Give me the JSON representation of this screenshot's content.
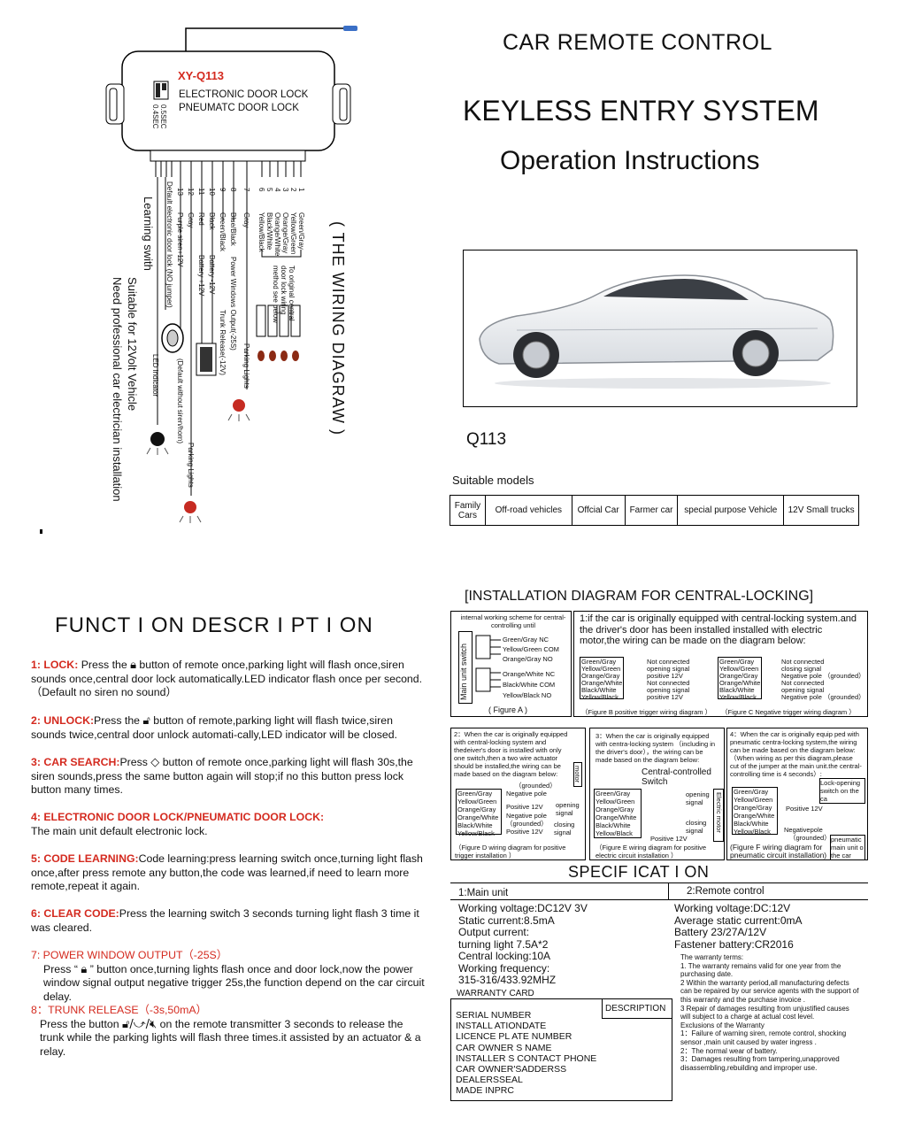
{
  "header": {
    "line1": "CAR REMOTE CONTROL",
    "line2": "KEYLESS ENTRY SYSTEM",
    "line3": "Operation Instructions",
    "model": "Q113",
    "suitable_label": "Suitable models",
    "models": [
      "Family Cars",
      "Off-road vehicles",
      "Offcial Car",
      "Farmer car",
      "special purpose Vehicle",
      "12V Small trucks"
    ]
  },
  "wiring": {
    "unit_model": "XY-Q113",
    "unit_line1": "ELECTRONIC DOOR LOCK",
    "unit_line2": "PNEUMATC DOOR LOCK",
    "switch_labels": [
      "0.5SEC",
      "0.4SEC"
    ],
    "wire_numbers": [
      "1",
      "2",
      "3",
      "4",
      "5",
      "6",
      "7",
      "8",
      "9",
      "10",
      "11",
      "12",
      "13"
    ],
    "wires_door": [
      "Green/Gray",
      "Yellow/Green",
      "Orange/Gray",
      "Orange/White",
      "Black/White",
      "Yellow/Black"
    ],
    "door_note": "To original central door lock wiring method see below",
    "wire_gray": "Gray",
    "parking_lights": "Parking Lights",
    "blue_black": "Blue/Black",
    "power_windows": "Power Windows Output(-25S)",
    "green_black": "Green/Black",
    "trunk_release": "Trunk Release(-12V)",
    "black": "Black",
    "battery_minus": "Battery -12V",
    "red": "Red",
    "battery_plus": "Battery +12V",
    "gray": "Gray",
    "parking_lights2": "Parking Lights",
    "purple": "Purple siren+12V",
    "default_siren": "(Default without siren/horn)",
    "default_lock": "Default electronic door lock (NO jumper)",
    "led_indicator": "LED indicator",
    "learning": "Learning swith",
    "suitable": "Suitable for 12Volt Vehicle",
    "professional": "Need professional car electrician installation",
    "diagram_title": "( THE WIRING DIAGRAW )"
  },
  "function": {
    "title": "FUNCT I ON DESCR I PT I ON",
    "items": [
      {
        "label": "1: LOCK:",
        "text_a": " Press the ",
        "text_b": " button of remote once,parking light will flash once,siren sounds once,central door lock automatically.LED indicator flash once per second.（Default no siren no sound）"
      },
      {
        "label": "2: UNLOCK:",
        "text_a": "Press the ",
        "text_b": " button of remote,parking light will flash twice,siren sounds twice,central door unlock automati-cally,LED indicator will be closed."
      },
      {
        "label": "3: CAR SEARCH:",
        "text_a": "Press ",
        "text_b": " button of remote once,parking light will flash 30s,the siren sounds,press the same button again will stop;if no this button press lock button many times."
      },
      {
        "label": "4: ELECTRONIC DOOR LOCK/PNEUMATIC DOOR LOCK:",
        "text_a": "",
        "text_b": "The main unit default electronic lock."
      },
      {
        "label": "5: CODE LEARNING:",
        "text_a": "",
        "text_b": "Code learning:press learning switch once,turning light flash once,after press remote any button,the code was learned,if need to learn more remote,repeat it again."
      },
      {
        "label": "6: CLEAR CODE:",
        "text_a": "",
        "text_b": "Press the learning switch 3 seconds turning light flash 3 time it was cleared."
      },
      {
        "label": "7: POWER WINDOW OUTPUT（-25S）",
        "text_a": "Press “ ",
        "text_b": " ” button once,turning lights flash once and door lock,now the power window signal output negative trigger 25s,the function depend on the car circuit delay."
      },
      {
        "label": "8：TRUNK RELEASE（-3s,50mA）",
        "text_a": "Press the button ",
        "text_b": " on the remote transmitter 3 seconds to release the trunk while the parking lights will flash three times.it assisted by an actuator & a relay."
      }
    ],
    "icons": [
      "padlock-closed",
      "padlock-open",
      "car-search",
      "padlock-closed",
      "trunk-icons"
    ]
  },
  "installation": {
    "title": "[INSTALLATION DIAGRAM FOR CENTRAL-LOCKING]",
    "internal_title": "internal working scheme for central-controlling until",
    "main_unit_switch": "Main unit switch",
    "internal_lines": [
      "Green/Gray NC",
      "Yellow/Green COM",
      "Orange/Gray NO",
      "Orange/White NC",
      "Black/White COM",
      "Yellow/Black NO"
    ],
    "figA": "( Figure A )",
    "note1": "1:if the car is originally equipped with central-locking system.and the driver's door has been installed installed with electric motor,the wiring can be made on the diagram below:",
    "wires": [
      "Green/Gray",
      "Yellow/Green",
      "Orange/Gray",
      "Orange/White",
      "Black/White",
      "Yellow/Black"
    ],
    "figB_labels": [
      "Not connected",
      "opening signal",
      "positive 12V",
      "Not connected",
      "opening signal",
      "positive 12V"
    ],
    "figB": "（Figure B positive trigger wiring diagram ）",
    "figC_labels": [
      "Not connected",
      "closing signal",
      "Negative pole （grounded）",
      "Not connected",
      "opening signal",
      "Negative pole （grounded）"
    ],
    "figC": "（Figure C Negative trigger wiring diagram ）",
    "note2": "2：When the car is originally equipped with central-locking system and thedeiver's door is installed with only one switch,then a two wire actuator should be installed,the wiring can be made based on the diagram below:",
    "figD_labels": [
      "（grounded）",
      "Negative pole",
      "Positive 12V",
      "Negative pole",
      "（grounded）",
      "Positive 12V",
      "opening signal",
      "closing signal",
      "motor"
    ],
    "figD": "（Figure D wiring diagram for positive trigger installation ）",
    "note3": "3：When the car is originally equipped with centra-locking system （including in the driver's door），the wiring can be made based on the diagram below:",
    "central_switch": "Central-controlled Switch",
    "figE_labels": [
      "opening signal",
      "Positive 12V",
      "closing signal",
      "Electric motor"
    ],
    "figE": "（Figure E wiring diagram for positive electric circuit installation ）",
    "note4": "4：When the car is originally equip ped with pneumatic centra-locking system,the wiring can be made based on the diagram below:（When wiring as per this diagram,please cut of the jumper at the main unit.the central-controlling time is 4 seconds）:",
    "figF_labels": [
      "Lock-opening switch on the ca",
      "Positive 12V",
      "Negativepole",
      "（grounded）",
      "pneumatic main unit o the car"
    ],
    "figF": "(Figure F wiring diagram for pneumatic circuit installation)"
  },
  "spec": {
    "title": "SPECIF ICAT I ON",
    "col1_head": "1:Main unit",
    "col2_head": "2:Remote control",
    "col1": [
      "Working voltage:DC12V  3V",
      "Static current:8.5mA",
      "Output current:",
      "turning light 7.5A*2",
      "Central locking:10A",
      "Working frequency:",
      "315-316/433.92MHZ"
    ],
    "col2": [
      "Working voltage:DC:12V",
      "Average static current:0mA",
      "Battery 23/27A/12V",
      "Fastener battery:CR2016"
    ],
    "warranty_card": "WARRANTY CARD",
    "card_fields": [
      "SERIAL NUMBER",
      "INSTALL ATIONDATE",
      "LICENCE PL ATE NUMBER",
      "CAR OWNER S NAME",
      "INSTALLER S CONTACT PHONE",
      "CAR OWNER'SADDERSS",
      "DEALERSSEAL",
      "MADE INPRC"
    ],
    "description": "DESCRIPTION",
    "warranty_terms": [
      "The warranty terms:",
      "1. The warranty remains valid for one year from the purchasing date.",
      "2 Within the warranty period,all manufacturing defects can be repaired by our service agents with the support of this warranty and the purchase invoice .",
      "3 Repair of damages resulting from unjustified causes will subject to a charge at actual cost level.",
      "Exclusions of the Warranty",
      "1：Failure of warning siren, remote control, shocking sensor ,main unit caused by water ingress .",
      "2：The normal wear of battery.",
      "3：Damages resulting from tampering,unapproved disassembling,rebuilding and improper use."
    ]
  }
}
